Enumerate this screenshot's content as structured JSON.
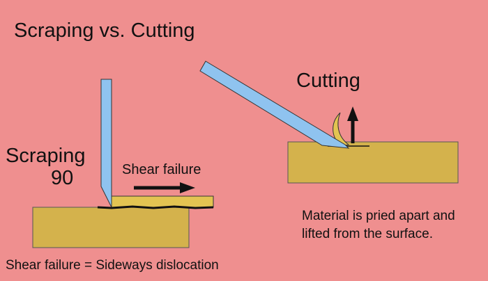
{
  "title": "Scraping vs. Cutting",
  "cutting_label": "Cutting",
  "scraping_label": "Scraping",
  "scraping_angle": "90",
  "shear_label": "Shear failure",
  "material_note": "Material is pried apart and lifted from the surface.",
  "footer": "Shear failure = Sideways dislocation",
  "colors": {
    "background": "#ef8f8f",
    "tool": "#8fc3ef",
    "block": "#d4b24c",
    "chip": "#e3c452"
  }
}
